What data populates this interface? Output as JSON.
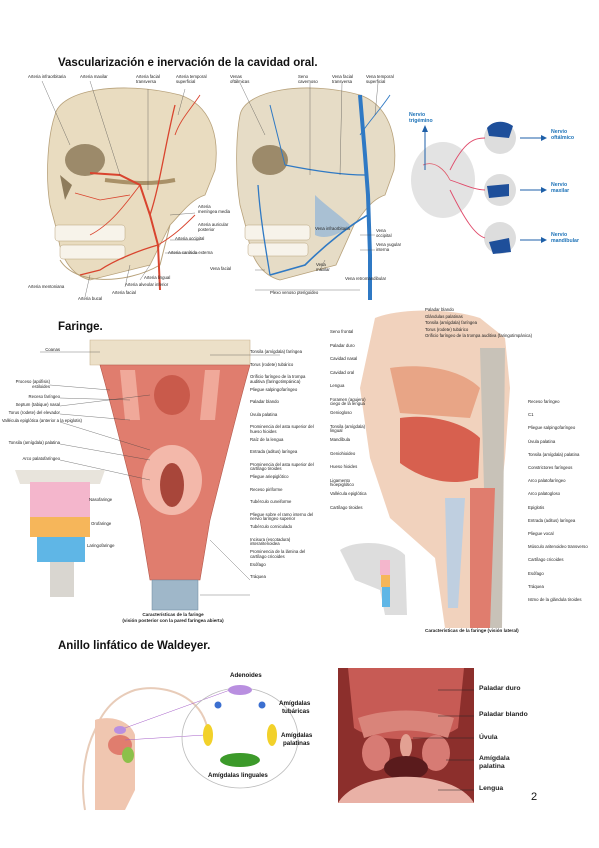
{
  "sections": {
    "vasc": {
      "title": "Vascularización e inervación de la cavidad oral.",
      "artery_labels": [
        "Arteria infraorbitaria",
        "Arteria maxilar",
        "Arteria facial transversa",
        "Arteria temporal superficial",
        "Arteria meníngea media",
        "Arteria auricular posterior",
        "Arteria occipital",
        "Arteria carótida externa",
        "Arteria lingual",
        "Arteria alveolar inferior",
        "Arteria facial",
        "Arteria bucal",
        "Arteria mentoniana"
      ],
      "vein_labels": [
        "Venas oftálmicas",
        "Seno cavernoso",
        "Vena facial transversa",
        "Vena temporal superficial",
        "Vena infraorbitaria",
        "Vena occipital",
        "Vena yugular interna",
        "Vena maxilar",
        "Vena retromandibular",
        "Vena facial",
        "Plexo venoso pterigoideo"
      ],
      "nerve": {
        "main": "Nervio trigémino",
        "branches": [
          "Nervio oftálmico",
          "Nervio maxilar",
          "Nervio mandibular"
        ]
      }
    },
    "faringe": {
      "title": "Faringe.",
      "posterior_left_labels": [
        "Coanas",
        "Proceso (apófisis) estiloides",
        "Receso faríngeo",
        "Septum (tabique) nasal",
        "Torus (rodete) del elevador",
        "Vallécula epiglótica (anterior a la epiglotis)",
        "Tonsila (amígdala) palatina",
        "Arco palatofaríngeo"
      ],
      "posterior_right_labels": [
        "Tonsila (amígdala) faríngea",
        "Torus (rodete) tubárico",
        "Orificio faríngeo de la trompa auditiva (faringotimpánica)",
        "Pliegue salpingofaríngeo",
        "Paladar blando",
        "Úvula palatina",
        "Prominencia del asta superior del hueso hioides",
        "Raíz de la lengua",
        "Entrada (aditus) laríngea",
        "Prominencia del asta superior del cartílago tiroides",
        "Pliegue ariepiglótico",
        "Receso piriforme",
        "Tubérculo cuneiforme",
        "Pliegue sobre el ramo interno del nervio laríngeo superior",
        "Tubérculo corniculado",
        "Incisura (escotadura) interaritenoidea",
        "Prominencia de la lámina del cartílago cricoides",
        "Esófago",
        "Tráquea"
      ],
      "posterior_caption": [
        "Características de la faringe",
        "(visión posterior con la pared faríngea abierta)"
      ],
      "regions": [
        "Nasofaringe",
        "Orofaringe",
        "Laringofaringe"
      ],
      "lateral_top_labels": [
        "Paladar blando",
        "Glándulas palatinas",
        "Tonsila (amígdala) faríngea",
        "Torus (rodete) tubárico",
        "Orificio faríngeo de la trompa auditiva (faringotimpánica)"
      ],
      "lateral_left_labels": [
        "Seno frontal",
        "Paladar duro",
        "Cavidad nasal",
        "Cavidad oral",
        "Lengua",
        "Foramen (agujero) ciego de la lengua",
        "Geniogloso",
        "Tonsila (amígdala) lingual",
        "Mandíbula",
        "Geniohioideo",
        "Hueso hioides",
        "Ligamento hioepiglótico",
        "Vallécula epiglótica",
        "Cartílago tiroides"
      ],
      "lateral_right_labels": [
        "Receso faríngeo",
        "C1",
        "Pliegue salpingofaríngeo",
        "Úvula palatina",
        "Tonsila (amígdala) palatina",
        "Constrictores faríngeos",
        "Arco palatofaríngeo",
        "Arco palatogloso",
        "Epiglotis",
        "Entrada (aditus) laríngea",
        "Pliegue vocal",
        "Músculo aritenoideo transverso",
        "Cartílago cricoides",
        "Esófago",
        "Tráquea",
        "Istmo de la glándula tiroides"
      ],
      "lateral_caption": "Características de la faringe (visión lateral)"
    },
    "waldeyer": {
      "title": "Anillo linfático de Waldeyer.",
      "ring_labels": {
        "adenoides": "Adenoides",
        "tubaricas": [
          "Amígdalas",
          "tubáricas"
        ],
        "palatinas": [
          "Amígdalas",
          "palatinas"
        ],
        "linguales": "Amígdalas linguales"
      },
      "photo_labels": [
        "Paladar duro",
        "Paladar blando",
        "Úvula",
        "Amígdala palatina",
        "Lengua"
      ]
    }
  },
  "page_number": "2",
  "colors": {
    "artery": "#d9442e",
    "vein": "#2f79c4",
    "pharynx": "#e07d6e",
    "nerve": "#1e5fa8"
  }
}
